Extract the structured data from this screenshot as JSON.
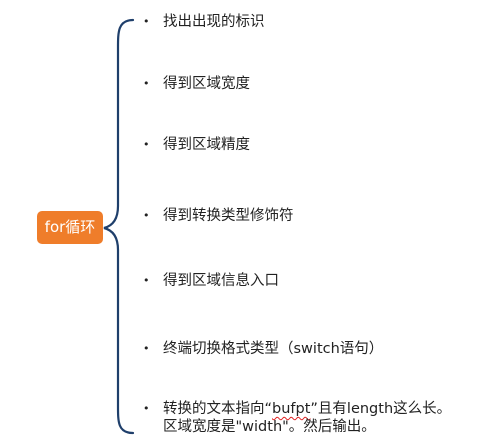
{
  "colors": {
    "root_fill": "#ef7d2a",
    "brace_stroke": "#1f3f6b",
    "text": "#222222",
    "spellcheck_underline": "#e02020"
  },
  "root": {
    "label": "for循环"
  },
  "branches": [
    {
      "bullet": "•",
      "text": "找出出现的标识"
    },
    {
      "bullet": "•",
      "text": "得到区域宽度"
    },
    {
      "bullet": "•",
      "text": "得到区域精度"
    },
    {
      "bullet": "•",
      "text": "得到转换类型修饰符"
    },
    {
      "bullet": "•",
      "text": "得到区域信息入口"
    },
    {
      "bullet": "•",
      "text": "终端切换格式类型（switch语句）"
    },
    {
      "bullet": "•",
      "line1_before": "转换的文本指向“",
      "line1_word": "bufpt",
      "line1_after": "”且有length这么长。",
      "line2": "区域宽度是\"width\"。然后输出。"
    }
  ]
}
